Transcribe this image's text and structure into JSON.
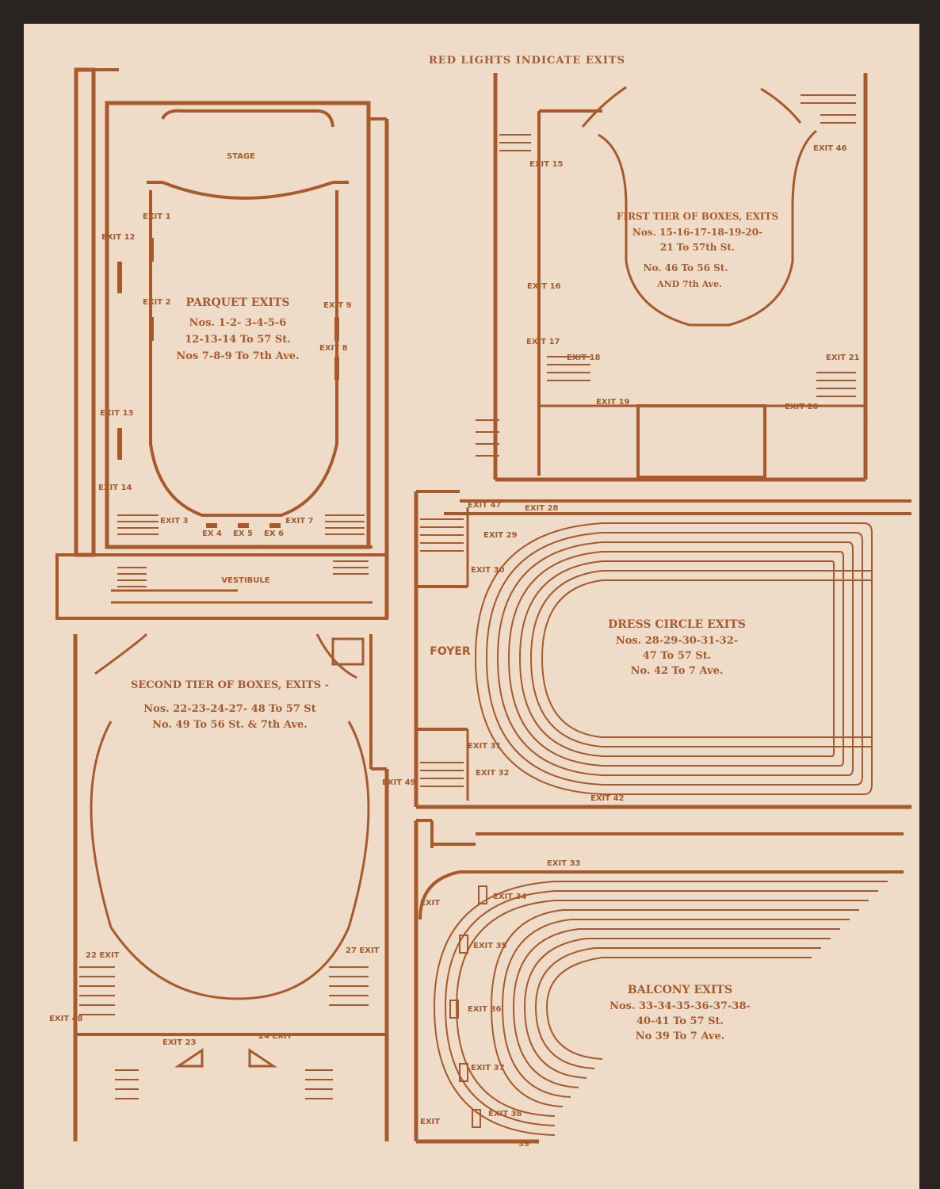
{
  "page": {
    "header": "RED LIGHTS INDICATE EXITS"
  },
  "parquet": {
    "stage": "STAGE",
    "vestibule": "VESTIBULE",
    "title": "PARQUET EXITS",
    "line1": "Nos. 1-2- 3-4-5-6",
    "line2": "12-13-14 To 57 St.",
    "line3": "Nos 7-8-9 To 7th Ave.",
    "exits": {
      "e1": "EXIT 1",
      "e2": "EXIT 2",
      "e3": "EXIT 3",
      "e4": "EX 4",
      "e5": "EX 5",
      "e6": "EX 6",
      "e7": "EXIT 7",
      "e8": "EXIT 8",
      "e9": "EXIT 9",
      "e12": "EXIT 12",
      "e13": "EXIT 13",
      "e14": "EXIT 14"
    }
  },
  "first_tier": {
    "title": "FIRST TIER OF BOXES, EXITS",
    "line1": "Nos. 15-16-17-18-19-20-",
    "line2": "21 To 57th St.",
    "line3": "No. 46 To 56 St.",
    "line4": "AND 7th Ave.",
    "exits": {
      "e15": "EXIT 15",
      "e16": "EXIT 16",
      "e17": "EXIT 17",
      "e18": "EXIT 18",
      "e19": "EXIT 19",
      "e20": "EXIT 20",
      "e21": "EXIT 21",
      "e46": "EXIT 46"
    }
  },
  "second_tier": {
    "title": "SECOND TIER OF BOXES, EXITS -",
    "line1": "Nos. 22-23-24-27- 48 To 57 St",
    "line2": "No. 49 To 56 St. & 7th Ave.",
    "exits": {
      "e22": "22 EXIT",
      "e23": "EXIT 23",
      "e24": "24 EXIT",
      "e27": "27 EXIT",
      "e48": "EXIT 48",
      "e49": "EXIT 49"
    }
  },
  "dress_circle": {
    "foyer": "FOYER",
    "title": "DRESS CIRCLE EXITS",
    "line1": "Nos. 28-29-30-31-32-",
    "line2": "47 To 57 St.",
    "line3": "No. 42 To 7 Ave.",
    "exits": {
      "e28": "EXIT 28",
      "e29": "EXIT 29",
      "e30": "EXIT 30",
      "e31": "EXIT 31",
      "e32": "EXIT 32",
      "e42": "EXIT 42",
      "e47": "EXIT 47"
    }
  },
  "balcony": {
    "title": "BALCONY EXITS",
    "line1": "Nos. 33-34-35-36-37-38-",
    "line2": "40-41 To 57 St.",
    "line3": "No 39 To 7 Ave.",
    "exits": {
      "e33": "EXIT 33",
      "e34": "EXIT 34",
      "e35": "EXIT 35",
      "e36": "EXIT 36",
      "e37": "EXIT 37",
      "e38": "EXIT 38",
      "e39": "39",
      "e40": "EXIT",
      "e41": "EXIT"
    }
  },
  "colors": {
    "ink": "#a85a2c",
    "paper": "#eedcc8",
    "background": "#2a2420"
  }
}
